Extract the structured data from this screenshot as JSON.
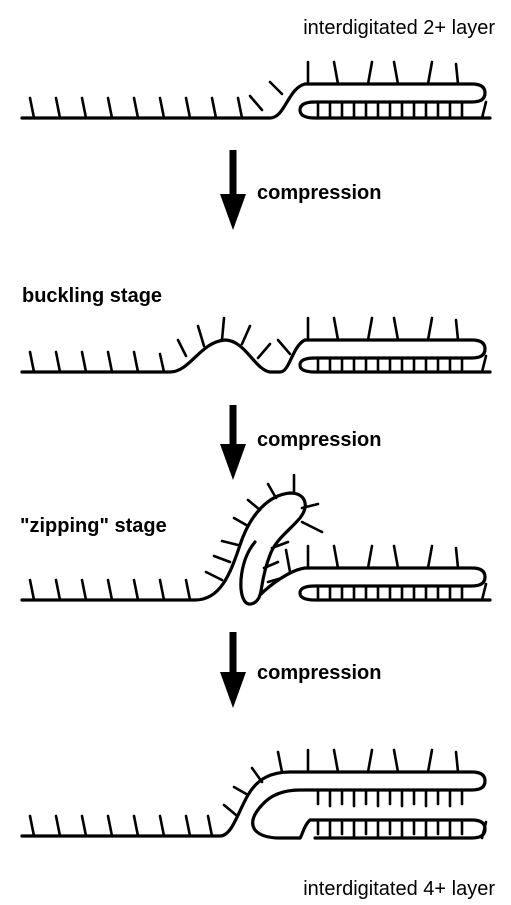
{
  "labels": {
    "top": "interdigitated 2+ layer",
    "buckling": "buckling stage",
    "zipping": "\"zipping\" stage",
    "bottom": "interdigitated 4+ layer"
  },
  "arrows": [
    "compression",
    "compression",
    "compression"
  ],
  "colors": {
    "ink": "#000000",
    "background": "#ffffff"
  }
}
